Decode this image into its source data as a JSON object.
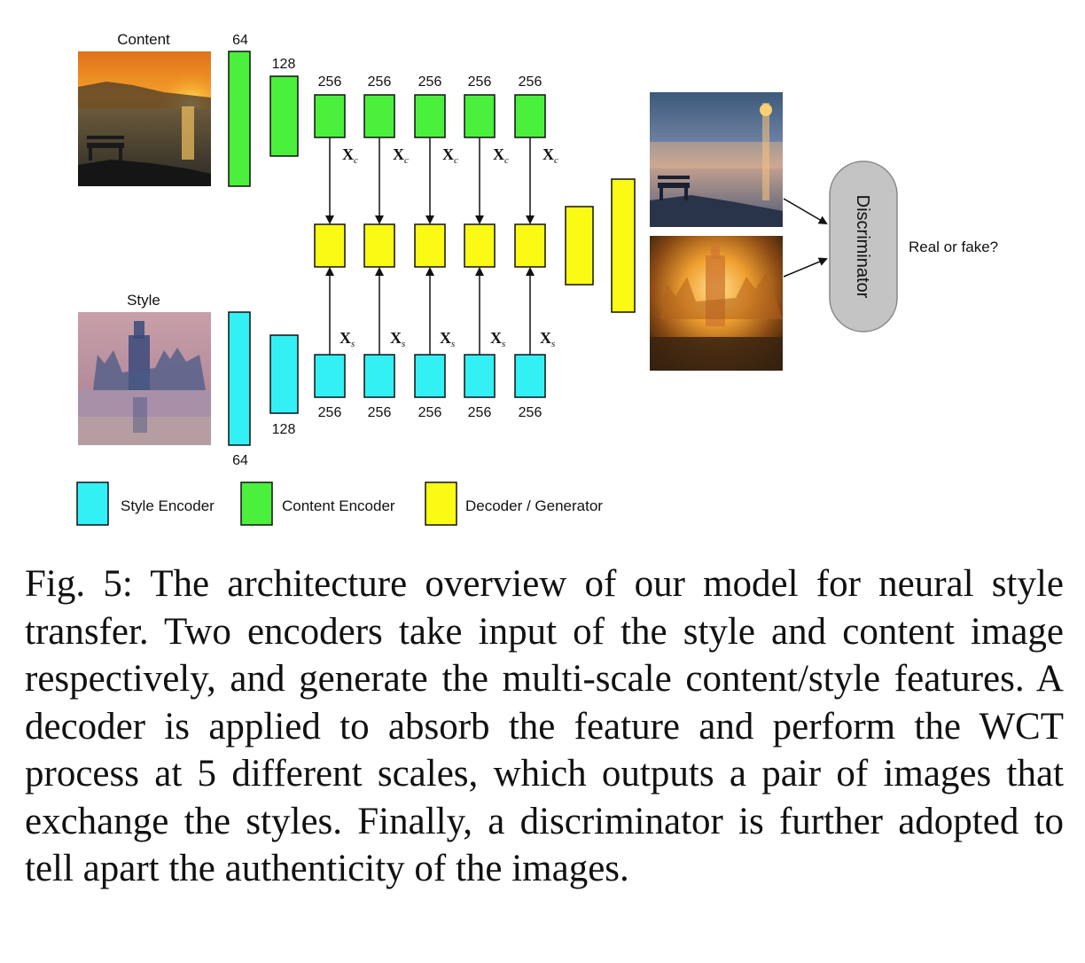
{
  "labels": {
    "content": "Content",
    "style": "Style",
    "discriminator": "Discriminator",
    "real_or_fake": "Real or fake?",
    "xc_main": "X",
    "xc_sub": "c",
    "xs_main": "X",
    "xs_sub": "s"
  },
  "encoders": {
    "content_dims": [
      "64",
      "128",
      "256",
      "256",
      "256",
      "256",
      "256"
    ],
    "style_dims": [
      "64",
      "128",
      "256",
      "256",
      "256",
      "256",
      "256"
    ]
  },
  "legend": {
    "style_encoder": "Style Encoder",
    "content_encoder": "Content Encoder",
    "decoder": "Decoder / Generator"
  },
  "colors": {
    "style_encoder": "#33f0f5",
    "content_encoder": "#4af03c",
    "decoder": "#fafa14",
    "discriminator": "#c4c4c4",
    "outline": "#111111"
  },
  "caption": "Fig. 5: The architecture overview of our model for neural style transfer. Two encoders take input of the style and content image respectively, and generate the multi-scale content/style features. A decoder is applied to absorb the feature and perform the WCT process at 5 different scales, which outputs a pair of images that exchange the styles. Finally, a discriminator is further adopted to tell apart the authenticity of the images."
}
